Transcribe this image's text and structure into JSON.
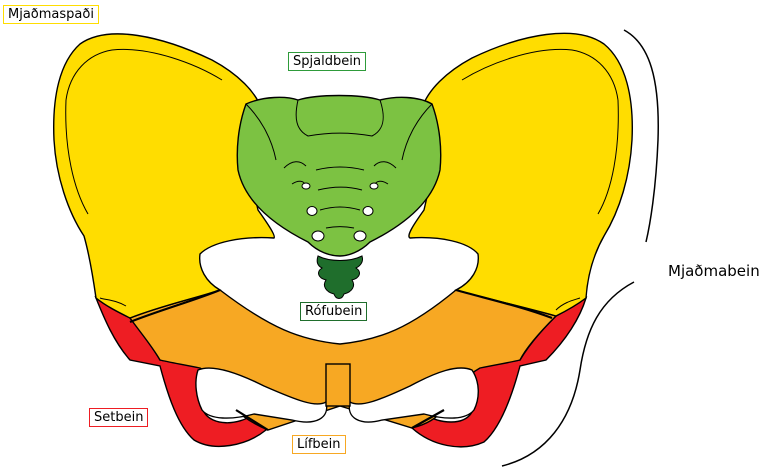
{
  "labels": {
    "ilium": "Mjaðmaspaði",
    "sacrum": "Spjaldbein",
    "coccyx": "Rófubein",
    "ischium": "Setbein",
    "pubis": "Lífbein",
    "hip_bone": "Mjaðmabein"
  },
  "colors": {
    "ilium": "#FFDD00",
    "sacrum": "#7CC242",
    "coccyx": "#1F6E2C",
    "ischium": "#EE1D23",
    "pubis": "#F7A823",
    "outline": "#000000"
  }
}
